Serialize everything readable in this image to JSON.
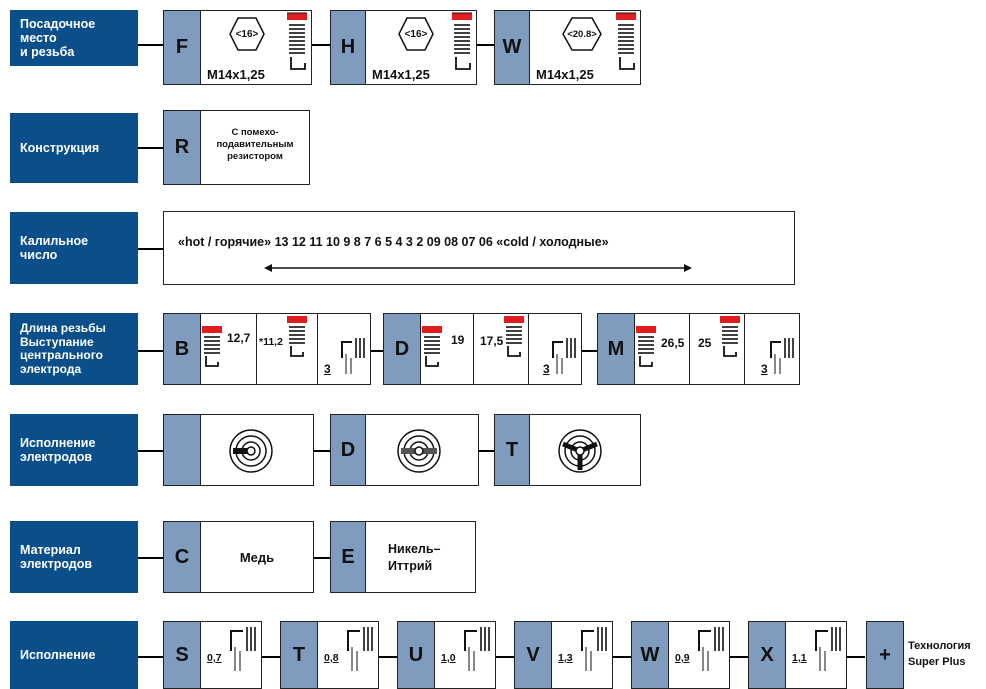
{
  "rows": {
    "seat": {
      "label": "Посадочное\nместо\nи резьба",
      "options": [
        {
          "code": "F",
          "hex": "<16>",
          "thread": "M14x1,25"
        },
        {
          "code": "H",
          "hex": "<16>",
          "thread": "M14x1,25"
        },
        {
          "code": "W",
          "hex": "<20.8>",
          "thread": "M14x1,25"
        }
      ]
    },
    "design": {
      "label": "Конструкция",
      "code": "R",
      "text": "С помехо-\nподавительным\nрезистором"
    },
    "heat": {
      "label": "Калильное\nчисло",
      "scale": "«hot / горячие» 13 12 11 10 9 8 7 6 5 4 3 2 09 08 07 06 «cold / холодные»"
    },
    "thread_length": {
      "label": "Длина резьбы\nВыступание\nцентрального\nэлектрода",
      "groups": [
        {
          "code": "B",
          "lengths": [
            "12,7",
            "*11,2"
          ],
          "protrusion": "3"
        },
        {
          "code": "D",
          "lengths": [
            "19",
            "17,5"
          ],
          "protrusion": "3"
        },
        {
          "code": "M",
          "lengths": [
            "26,5",
            "25"
          ],
          "protrusion": "3"
        }
      ]
    },
    "electrodes": {
      "label": "Исполнение\nэлектродов",
      "options": [
        {
          "code": ""
        },
        {
          "code": "D"
        },
        {
          "code": "T"
        }
      ]
    },
    "material": {
      "label": "Материал\nэлектродов",
      "options": [
        {
          "code": "C",
          "text": "Медь"
        },
        {
          "code": "E",
          "text": "Никель–\nИттрий"
        }
      ]
    },
    "version": {
      "label": "Исполнение",
      "options": [
        {
          "code": "S",
          "gap": "0,7"
        },
        {
          "code": "T",
          "gap": "0,8"
        },
        {
          "code": "U",
          "gap": "1,0"
        },
        {
          "code": "V",
          "gap": "1,3"
        },
        {
          "code": "W",
          "gap": "0,9"
        },
        {
          "code": "X",
          "gap": "1,1"
        }
      ],
      "plus": {
        "code": "+",
        "text": "Технология\nSuper Plus"
      }
    }
  },
  "colors": {
    "label_bg": "#0b4f8a",
    "code_bg": "#7f9bbd",
    "red": "#e01e1e"
  }
}
